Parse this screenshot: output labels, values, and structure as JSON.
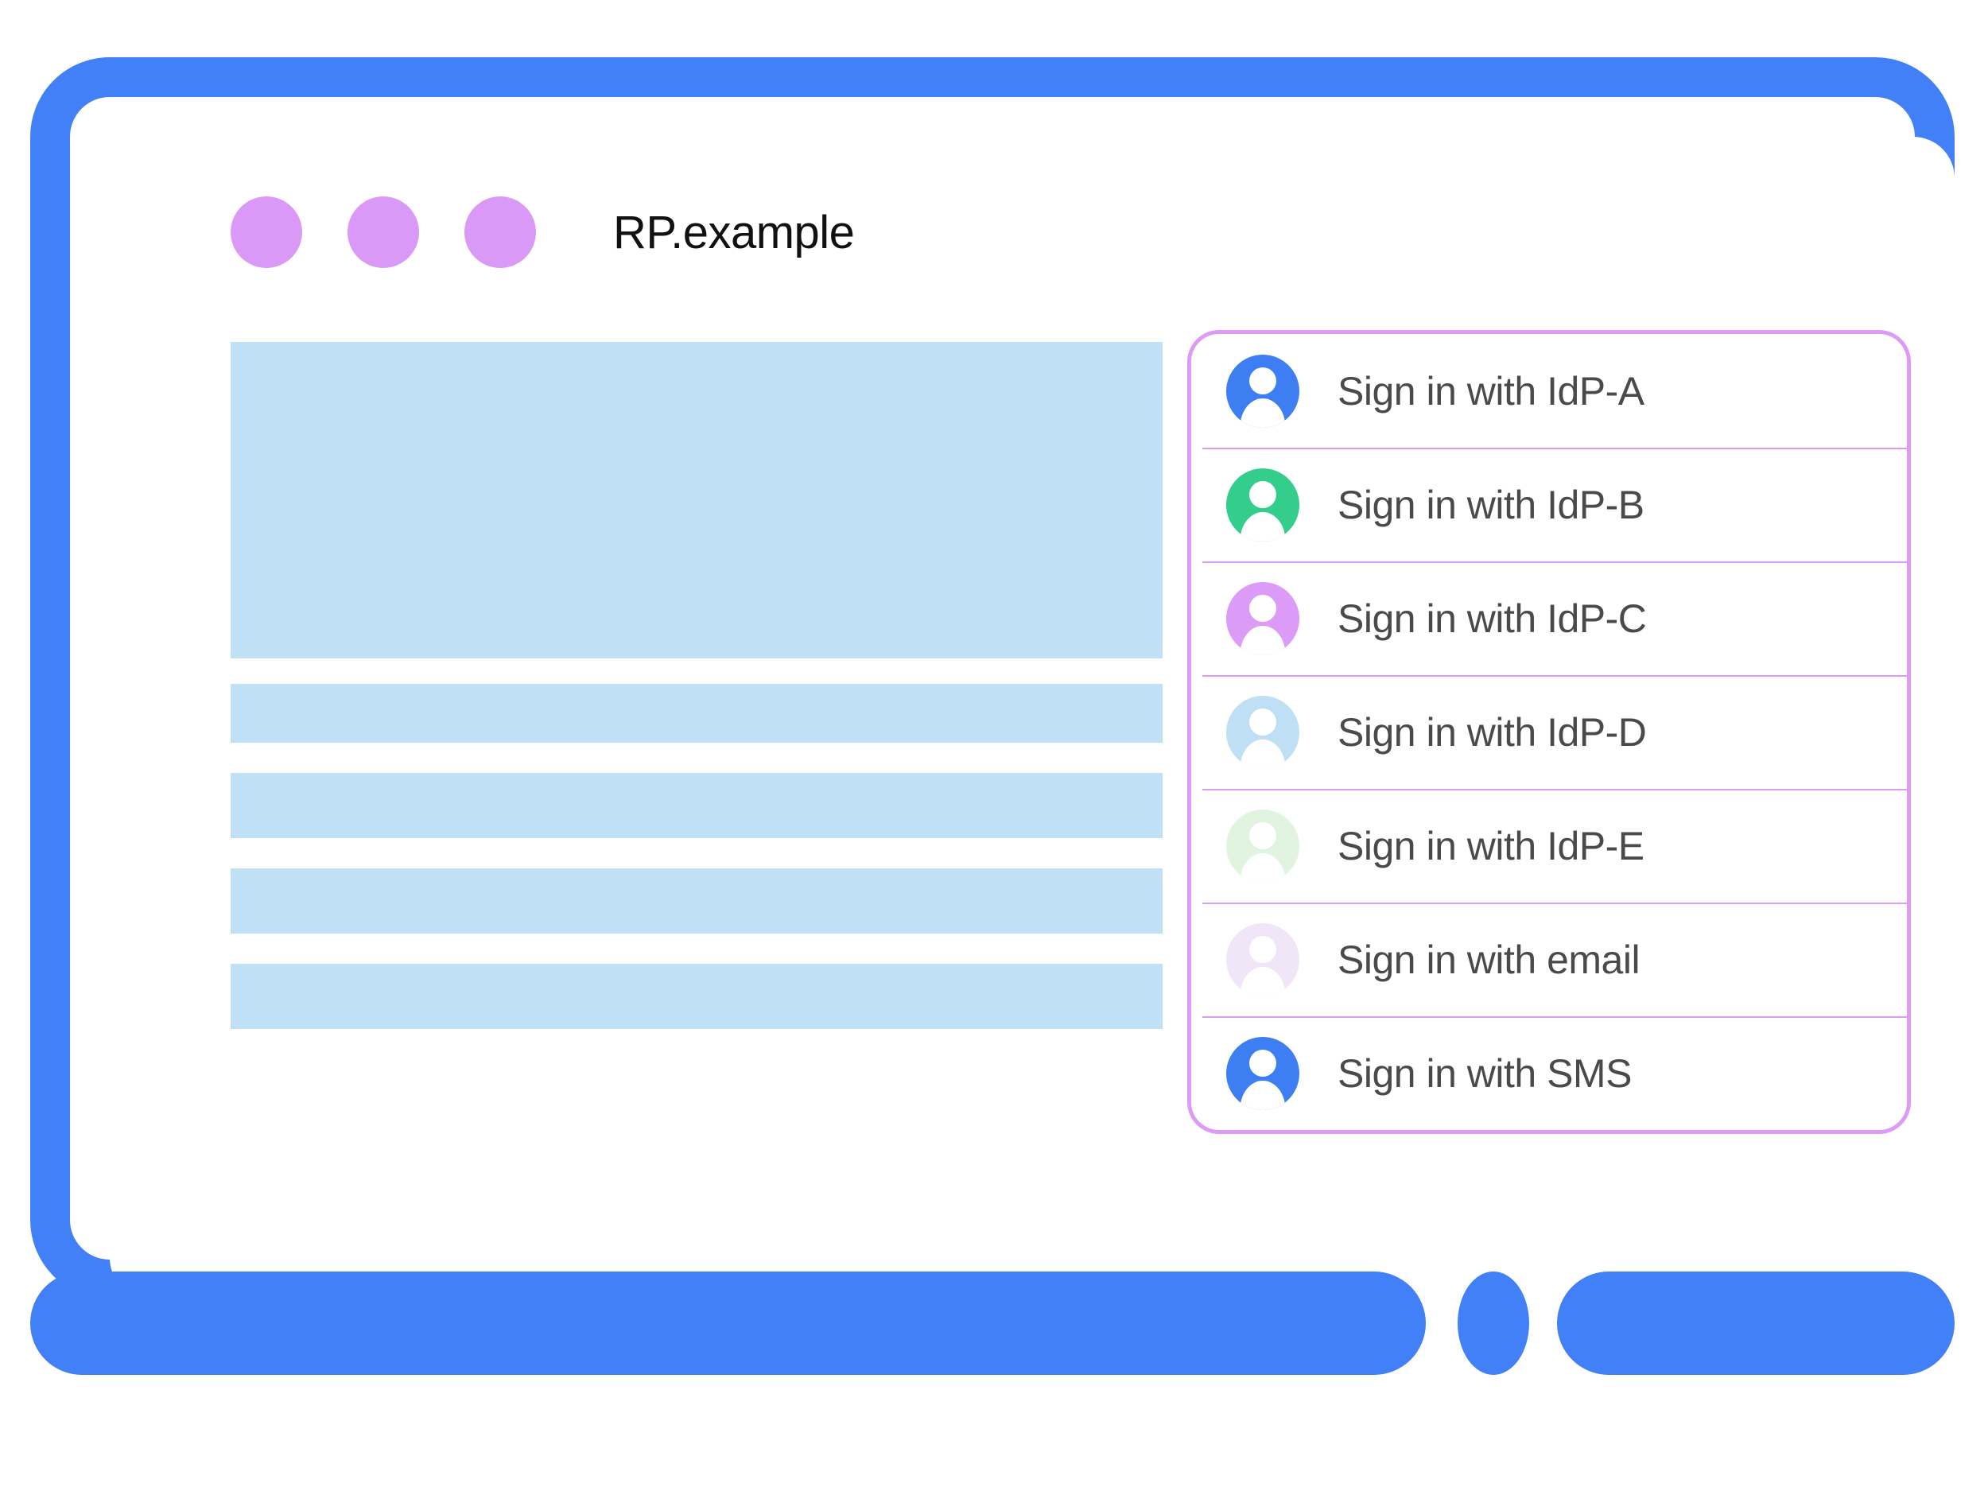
{
  "window": {
    "title": "RP.example",
    "control_dots": [
      "window-dot-1",
      "window-dot-2",
      "window-dot-3"
    ],
    "frame_color": "#4280f8",
    "dot_color": "#db99f7"
  },
  "content": {
    "placeholder_color": "#bfe0f5",
    "blocks": [
      {
        "name": "hero-placeholder"
      },
      {
        "name": "text-bar-placeholder-1"
      },
      {
        "name": "text-bar-placeholder-2"
      },
      {
        "name": "text-bar-placeholder-3"
      },
      {
        "name": "text-bar-placeholder-4"
      }
    ]
  },
  "account_chooser": {
    "border_color": "#dd9bf8",
    "divider_color": "#dd9bf8",
    "label_color": "#4a4a4a",
    "items": [
      {
        "label": "Sign in with IdP-A",
        "avatar_icon": "person-avatar-icon",
        "avatar_color": "#3d7ef2"
      },
      {
        "label": "Sign in with IdP-B",
        "avatar_icon": "person-avatar-icon",
        "avatar_color": "#33ce8c"
      },
      {
        "label": "Sign in with IdP-C",
        "avatar_icon": "person-avatar-icon",
        "avatar_color": "#dd9bf8"
      },
      {
        "label": "Sign in with IdP-D",
        "avatar_icon": "person-avatar-icon",
        "avatar_color": "#bfdff5"
      },
      {
        "label": "Sign in with IdP-E",
        "avatar_icon": "person-avatar-icon",
        "avatar_color": "#e0f4e0"
      },
      {
        "label": "Sign in with email",
        "avatar_icon": "person-avatar-icon",
        "avatar_color": "#f0e6f8"
      },
      {
        "label": "Sign in with SMS",
        "avatar_icon": "person-avatar-icon",
        "avatar_color": "#3d7ef2"
      }
    ]
  }
}
